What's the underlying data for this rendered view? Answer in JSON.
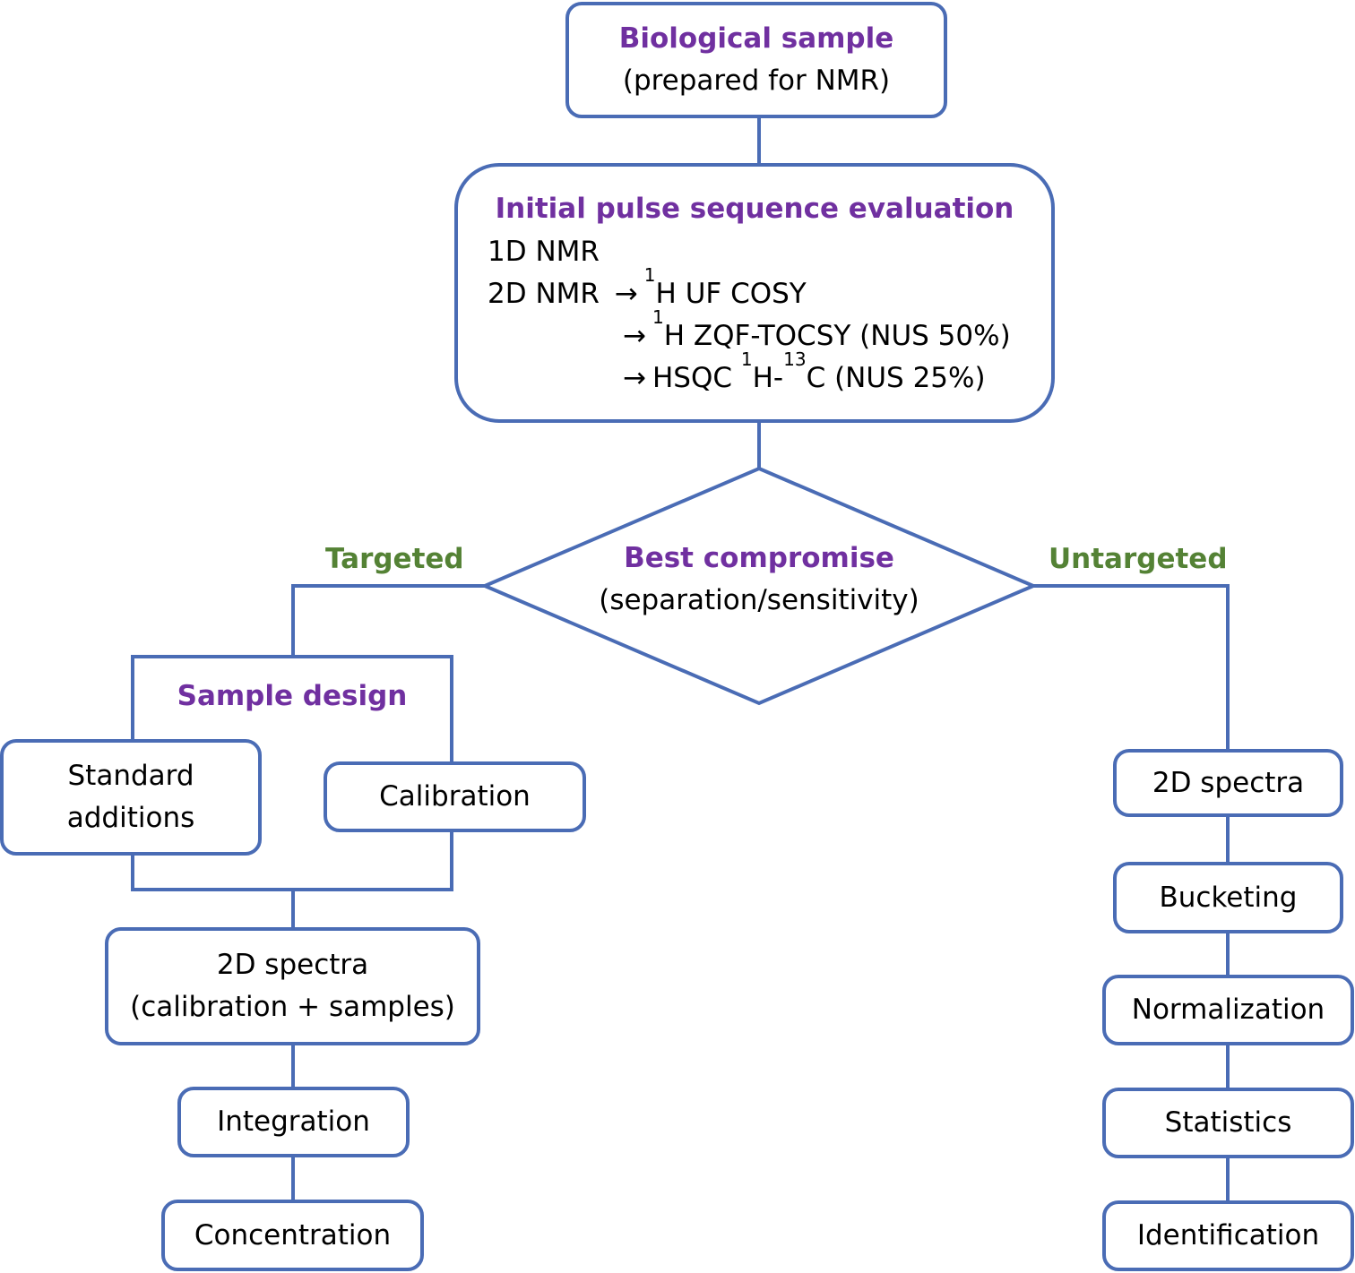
{
  "colors": {
    "line": "#4a6cb5",
    "heading": "#7030a0",
    "branch": "#548235"
  },
  "icons": {
    "arrow": "right-arrow-icon"
  },
  "sample": {
    "title": "Biological sample",
    "subtitle": "(prepared for NMR)"
  },
  "pulse": {
    "title": "Initial pulse sequence evaluation",
    "line1": "1D NMR",
    "line2_prefix": "2D NMR",
    "arrow": "→",
    "item1_sup": "1",
    "item1_text": "H UF COSY",
    "item2_sup": "1",
    "item2_text": "H ZQF-TOCSY (NUS 50%)",
    "item3_a": "HSQC ",
    "item3_sup1": "1",
    "item3_b": "H-",
    "item3_sup2": "13",
    "item3_c": "C (NUS 25%)"
  },
  "decision": {
    "title": "Best compromise",
    "subtitle": "(separation/sensitivity)"
  },
  "branches": {
    "left": "Targeted",
    "right": "Untargeted"
  },
  "targeted": {
    "design_title": "Sample design",
    "std_line1": "Standard",
    "std_line2": "additions",
    "calibration": "Calibration",
    "spectra_line1": "2D spectra",
    "spectra_line2": "(calibration + samples)",
    "integration": "Integration",
    "concentration": "Concentration"
  },
  "untargeted": {
    "spectra": "2D spectra",
    "bucketing": "Bucketing",
    "normalization": "Normalization",
    "statistics": "Statistics",
    "identification": "Identification"
  }
}
